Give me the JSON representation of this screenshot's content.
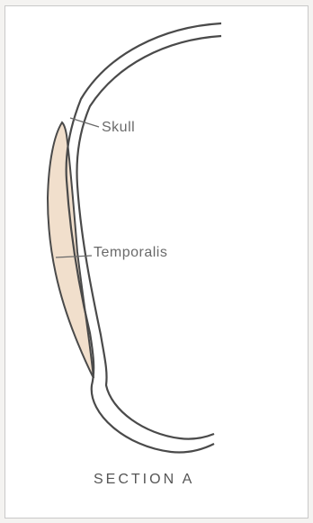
{
  "diagram": {
    "labels": {
      "skull": "Skull",
      "temporalis": "Temporalis"
    },
    "caption": "SECTION A",
    "colors": {
      "outline": "#4a4a4a",
      "muscle_fill": "#f1dfcc",
      "leader": "#6a6a6a",
      "text": "#6a6a6a"
    }
  }
}
